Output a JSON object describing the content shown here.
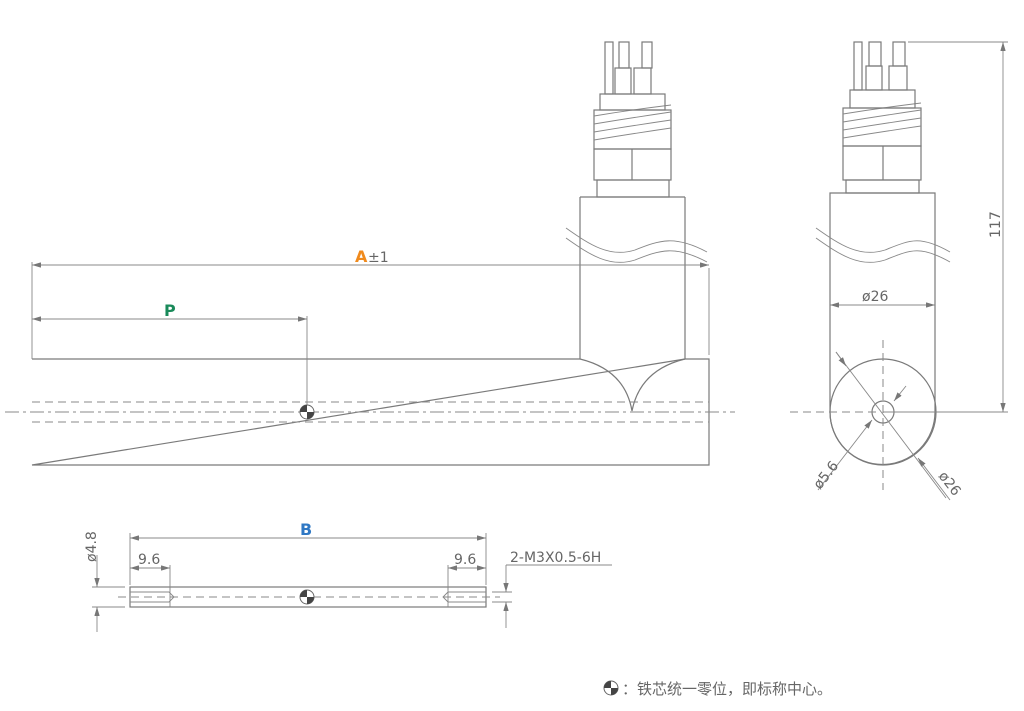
{
  "front_view": {
    "dim_a_letter": "A",
    "dim_a_tolerance": "±1",
    "dim_p": "P",
    "colors": {
      "a": "#f08a1c",
      "p": "#1a8a5a",
      "b": "#2f78c4"
    }
  },
  "side_view": {
    "height": "117",
    "tube_diameter": "ø26",
    "circle_diameter": "ø26",
    "hole_diameter": "ø5.6"
  },
  "core_view": {
    "length": "B",
    "left_thread_depth": "9.6",
    "right_thread_depth": "9.6",
    "diameter": "ø4.8",
    "thread_spec": "2-M3X0.5-6H"
  },
  "footnote": {
    "symbol": "center-mark-icon",
    "text": "：铁芯统一零位，即标称中心。"
  }
}
